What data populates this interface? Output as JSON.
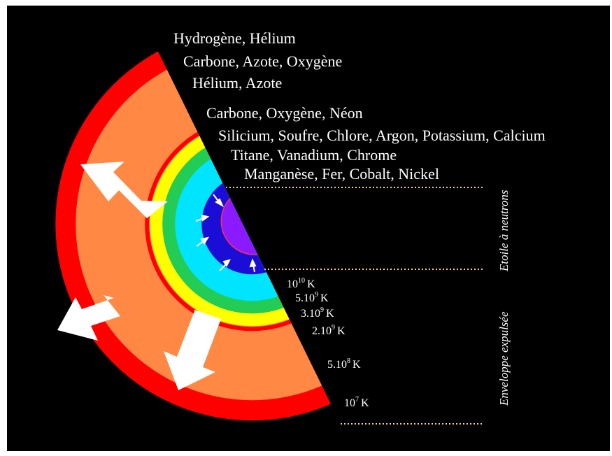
{
  "element_labels": [
    "Hydrogène, Hélium",
    "Carbone, Azote, Oxygène",
    "Hélium, Azote",
    "Carbone, Oxygène, Néon",
    "Silicium, Soufre, Chlore, Argon, Potassium, Calcium",
    "Titane, Vanadium, Chrome",
    "Manganèse, Fer, Cobalt, Nickel"
  ],
  "temperatures": [
    {
      "mantissa": "10",
      "exponent": "10",
      "unit": "K"
    },
    {
      "mantissa": "5.10",
      "exponent": "9",
      "unit": "K"
    },
    {
      "mantissa": "3.10",
      "exponent": "9",
      "unit": "K"
    },
    {
      "mantissa": "2.10",
      "exponent": "9",
      "unit": "K"
    },
    {
      "mantissa": "5.10",
      "exponent": "8",
      "unit": "K"
    },
    {
      "mantissa": "10",
      "exponent": "7",
      "unit": "K"
    }
  ],
  "side_labels": {
    "neutron_star": "Etoile à neutrons",
    "ejected_envelope": "Enveloppe expulsée"
  },
  "colors": {
    "background": "#000000",
    "layer_hydrogen_helium": "#ff0000",
    "layer_cno": "#ff8844",
    "layer_helium_nitrogen": "#ff0000",
    "layer_c_o_ne": "#ffff00",
    "layer_si_group": "#22cc55",
    "layer_ti_v_cr": "#00e5ff",
    "layer_mn_fe_co_ni": "#1a0dd6",
    "core": "#8a1aff",
    "core_ring": "#ff3344",
    "arrow": "#ffffff",
    "dotted_line": "#ffcc99"
  }
}
